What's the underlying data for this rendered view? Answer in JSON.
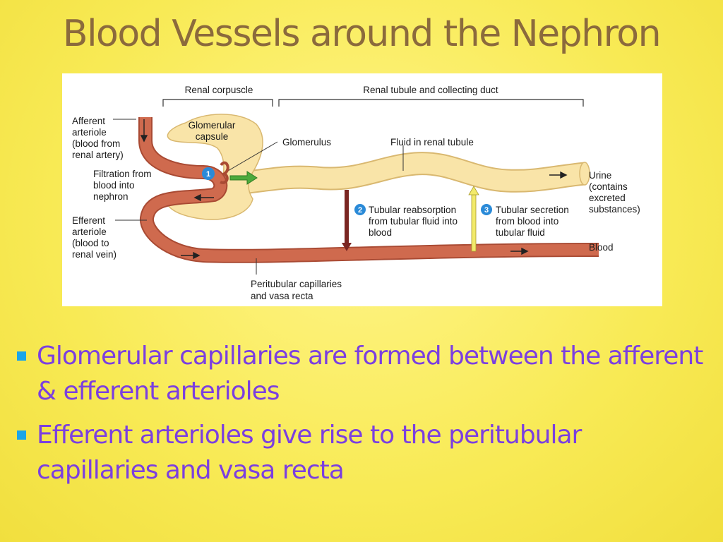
{
  "slide": {
    "title": "Blood Vessels around the Nephron"
  },
  "diagram": {
    "bracket_labels": {
      "renal_corpuscle": "Renal corpuscle",
      "renal_tubule": "Renal tubule and collecting duct"
    },
    "labels": {
      "afferent": [
        "Afferent",
        "arteriole",
        "(blood from",
        "renal artery)"
      ],
      "glomerular_capsule": [
        "Glomerular",
        "capsule"
      ],
      "glomerulus": "Glomerulus",
      "fluid_in_tubule": "Fluid in renal tubule",
      "filtration": [
        "Filtration from",
        "blood into",
        "nephron"
      ],
      "efferent": [
        "Efferent",
        "arteriole",
        "(blood to",
        "renal vein)"
      ],
      "reabsorption": [
        "Tubular reabsorption",
        "from tubular fluid into",
        "blood"
      ],
      "secretion": [
        "Tubular secretion",
        "from blood into",
        "tubular fluid"
      ],
      "urine": [
        "Urine",
        "(contains",
        "excreted",
        "substances)"
      ],
      "blood": "Blood",
      "peritubular": [
        "Peritubular capillaries",
        "and vasa recta"
      ]
    },
    "step_numbers": [
      "1",
      "2",
      "3"
    ],
    "colors": {
      "vessel": "#cf6a4e",
      "vessel_edge": "#a94a33",
      "tubule": "#f9e4a8",
      "tubule_edge": "#d9b870",
      "step_badge": "#2a8ad8",
      "filtration_arrow": "#4caa3c",
      "reabsorption_arrow": "#7a2622",
      "secretion_arrow": "#f2ea6a"
    }
  },
  "bullets": [
    "Glomerular capillaries are formed between the afferent & efferent arterioles",
    "Efferent arterioles give rise to the peritubular capillaries and vasa recta"
  ]
}
